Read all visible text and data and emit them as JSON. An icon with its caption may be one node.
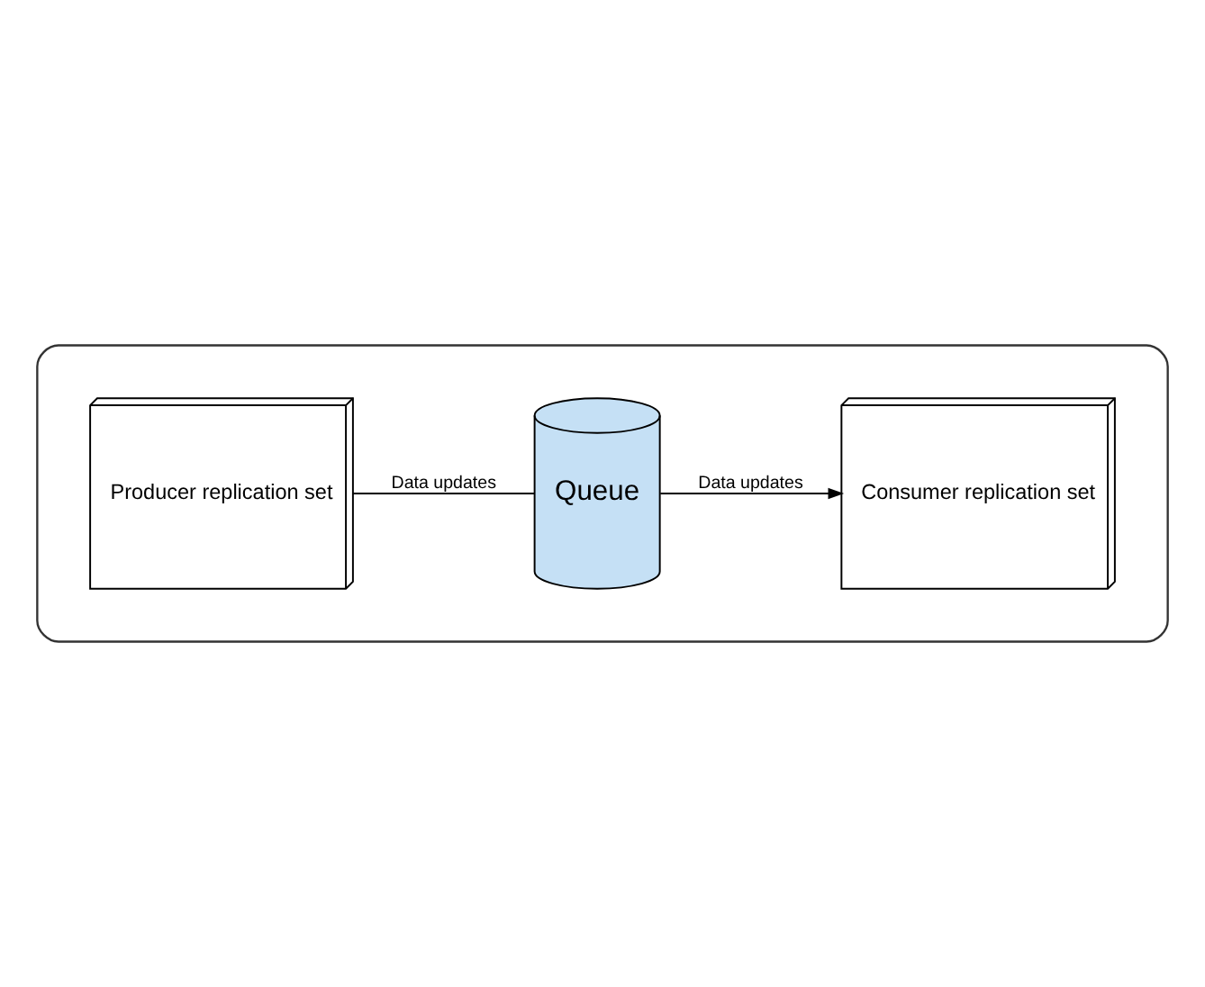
{
  "diagram": {
    "nodes": [
      {
        "text": [],
        "shape": "cloud"
      },
      {
        "text": [
          "Producer replication set"
        ],
        "in": 0
      },
      {
        "text": [
          "Queue"
        ],
        "in": 0
      },
      {
        "text": [
          "Consumer replication set"
        ],
        "in": 0
      }
    ],
    "edges": [
      {
        "from": 1,
        "to": 2,
        "arrow": "none",
        "label": "Data updates"
      },
      {
        "from": 2,
        "to": 3,
        "arrow": "to",
        "label": "Data updates"
      }
    ]
  }
}
